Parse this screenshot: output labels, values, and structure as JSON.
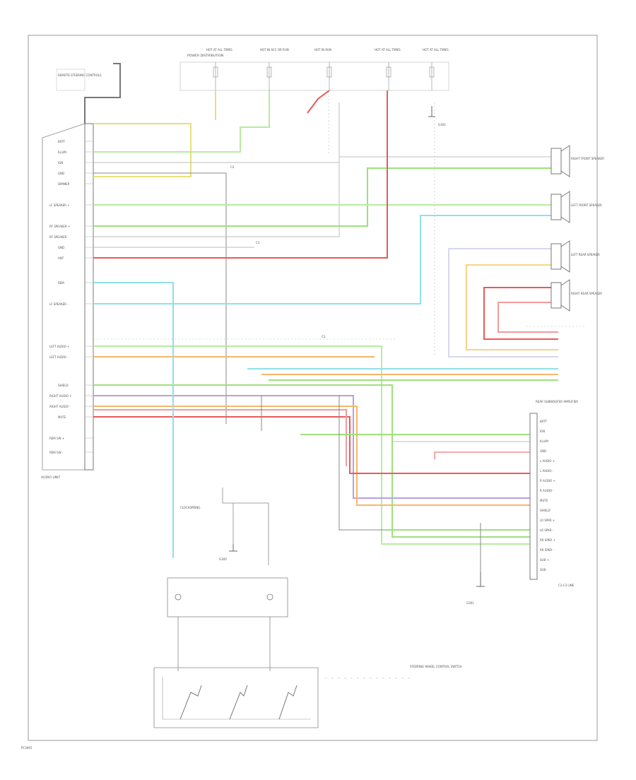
{
  "diagram": {
    "radio_label": "AUDIO UNIT",
    "harness_label": "C3-C3 LINE",
    "footer_code": "PC3045",
    "top_header_note": "POWER DISTRIBUTION",
    "fuse_panel_labels": [
      "HOT AT ALL TIMES",
      "HOT IN ACC OR RUN",
      "HOT IN RUN",
      "HOT AT ALL TIMES",
      "HOT AT ALL TIMES"
    ],
    "left_top_note": "REMOTE STEERING CONTROLS",
    "speaker_labels": [
      "RIGHT FRONT SPEAKER",
      "LEFT FRONT SPEAKER",
      "LEFT REAR SPEAKER",
      "RIGHT REAR SPEAKER"
    ],
    "amp_label": "REAR SUBWOOFER AMPLIFIER",
    "switch_label": "STEERING WHEEL CONTROL SWITCH",
    "clockspring_label": "CLOCKSPRING",
    "ground_labels": [
      "G300",
      "G301",
      "G302"
    ],
    "connector_labels": [
      "C2",
      "C1",
      "C3"
    ],
    "radio_pins": [
      "BATT",
      "ILLUM",
      "IGN",
      "GND",
      "DIMMER",
      "LF SPEAKER +",
      "RF SPEAKER +",
      "RF SPEAKER -",
      "GND",
      "ANT",
      "REM",
      "LF SPEAKER -",
      "LEFT AUDIO +",
      "LEFT AUDIO -",
      "SHIELD",
      "RIGHT AUDIO +",
      "RIGHT AUDIO -",
      "MUTE",
      "REM SW +",
      "REM SW -"
    ],
    "amp_pins": [
      "BATT",
      "IGN",
      "ILLUM",
      "GND",
      "L AUDIO +",
      "L AUDIO -",
      "R AUDIO +",
      "R AUDIO -",
      "MUTE",
      "SHIELD",
      "LR SPKR +",
      "LR SPKR -",
      "RR SPKR +",
      "RR SPKR -",
      "SUB +",
      "SUB -"
    ],
    "wire_colors": {
      "yellow_black": "#e8e07a",
      "green": "#9ee07c",
      "light_green": "#b7ec9f",
      "red": "#e85a5a",
      "pink": "#f49a9a",
      "orange": "#f5b86a",
      "cyan": "#8fe0ea",
      "blue": "#9ab4ec",
      "purple": "#b6a0e0",
      "gray": "#bdbdbd",
      "tan": "#e7cf9a"
    }
  }
}
